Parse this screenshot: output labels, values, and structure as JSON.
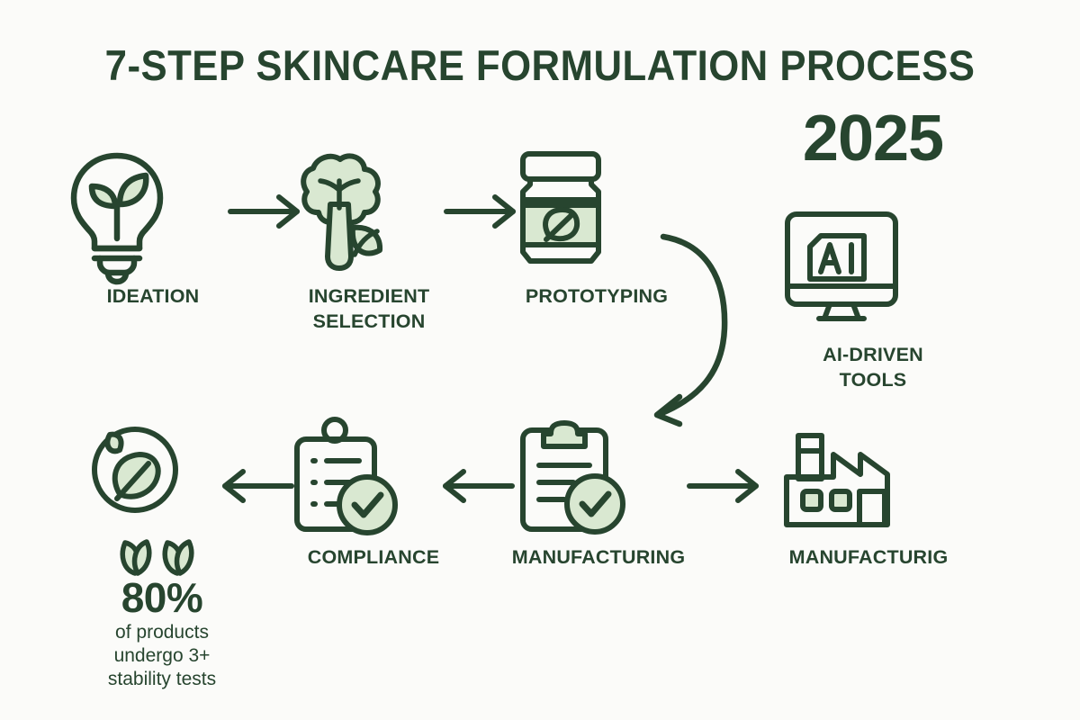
{
  "title": "7-STEP SKINCARE FORMULATION PROCESS",
  "year_badge": "2025",
  "colors": {
    "background": "#fbfbf9",
    "dark_green": "#27452f",
    "light_green_fill": "#d9e8d1",
    "stroke": "#27452f"
  },
  "steps": [
    {
      "id": "ideation",
      "icon": "lightbulb-sprout-icon",
      "label": "IDEATION"
    },
    {
      "id": "ingredient",
      "icon": "broccoli-icon",
      "label": "INGREDIENT\nSELECTION"
    },
    {
      "id": "prototyping",
      "icon": "cosmetic-jar-leaf-icon",
      "label": "PROTOTYPING"
    },
    {
      "id": "ai-tools",
      "icon": "ai-monitor-icon",
      "label": "AI-DRIVEN\nTOOLS"
    },
    {
      "id": "manufacturing",
      "icon": "clipboard-check-icon",
      "label": "MANUFACTURING"
    },
    {
      "id": "factory",
      "icon": "factory-icon",
      "label": "MANUFACTURIG"
    },
    {
      "id": "compliance",
      "icon": "clipboard-checklist-check-icon",
      "label": "COMPLIANCE"
    },
    {
      "id": "sustainability",
      "icon": "leaf-circle-icon",
      "label": ""
    }
  ],
  "stat": {
    "value": "80%",
    "description": "of products\nundergo 3+\nstability tests",
    "icon": "sprout-pair-icon"
  },
  "connectors": [
    {
      "id": "ideation-to-ingredient",
      "type": "arrow-right",
      "icon": "arrow-right-icon"
    },
    {
      "id": "ingredient-to-prototyping",
      "type": "arrow-right",
      "icon": "arrow-right-icon"
    },
    {
      "id": "prototyping-to-manufacturing",
      "type": "arrow-curved-down-left",
      "icon": "curved-arrow-icon"
    },
    {
      "id": "manufacturing-to-factory",
      "type": "arrow-right",
      "icon": "arrow-right-icon"
    },
    {
      "id": "manufacturing-to-compliance",
      "type": "arrow-left",
      "icon": "arrow-left-icon"
    },
    {
      "id": "compliance-to-sustainability",
      "type": "arrow-left",
      "icon": "arrow-left-icon"
    }
  ]
}
